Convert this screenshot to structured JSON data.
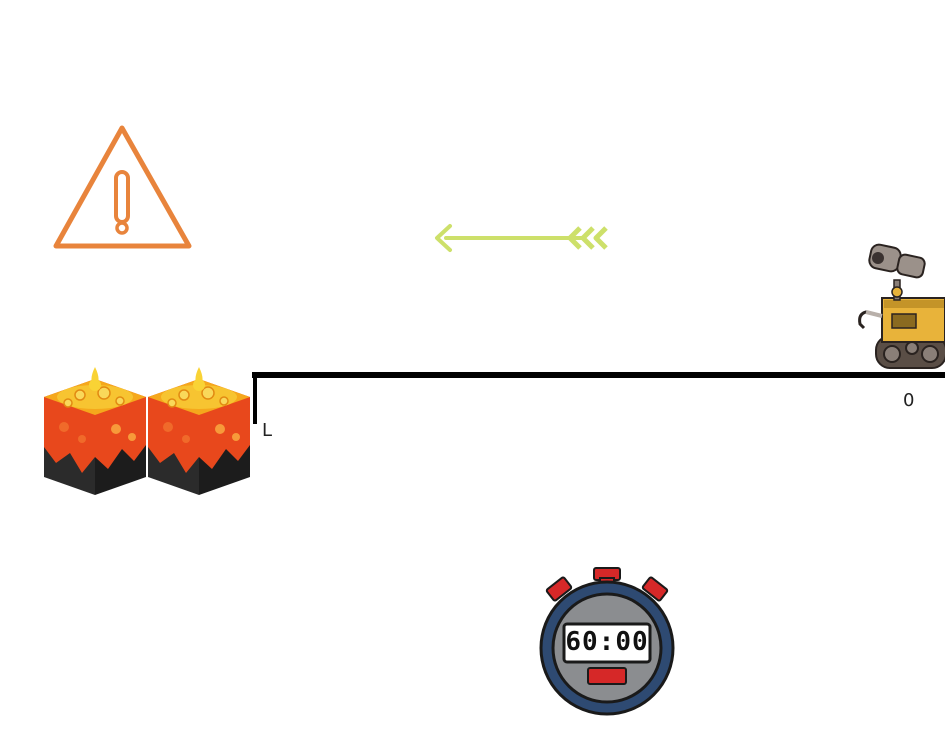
{
  "scene": {
    "track": {
      "start_label": "L",
      "end_label": "0",
      "direction": "left"
    },
    "timer": {
      "display": "60:00"
    },
    "icons": {
      "warning": "warning-triangle-icon",
      "arrow": "left-arrow-icon",
      "hazard": "lava-block-icon",
      "player": "robot-icon",
      "timer": "stopwatch-icon"
    },
    "colors": {
      "warning": "#E8843C",
      "arrow": "#CDE06A",
      "track": "#000000",
      "stopwatch_rim": "#2E4A72",
      "stopwatch_button": "#D62828"
    }
  }
}
